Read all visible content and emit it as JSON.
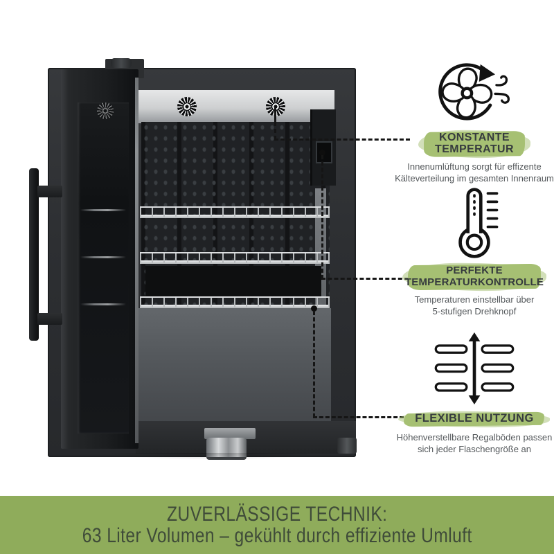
{
  "annotations": [
    {
      "icon": "fan-airflow-icon",
      "title_lines": [
        "KONSTANTE",
        "TEMPERATUR"
      ],
      "description_lines": [
        "Innenumlüftung sorgt für effizente",
        "Kälteverteilung im gesamten Innenraum"
      ]
    },
    {
      "icon": "thermometer-icon",
      "title_lines": [
        "PERFEKTE",
        "TEMPERATURKONTROLLE"
      ],
      "description_lines": [
        "Temperaturen einstellbar über",
        "5-stufigen Drehknopf"
      ]
    },
    {
      "icon": "adjustable-shelves-icon",
      "title_lines": [
        "FLEXIBLE NUTZUNG"
      ],
      "description_lines": [
        "Höhenverstellbare Regalböden passen",
        "sich jeder Flaschengröße an"
      ]
    }
  ],
  "banner": {
    "title": "ZUVERLÄSSIGE TECHNIK:",
    "subtitle": "63 Liter Volumen – gekühlt durch effiziente Umluft"
  },
  "colors": {
    "highlight_green": "#a6c073",
    "banner_green": "#8fac5b",
    "heading_text": "#363b3e",
    "description_text": "#53575a",
    "banner_text": "#3f4b39",
    "connector_black": "#151515"
  }
}
